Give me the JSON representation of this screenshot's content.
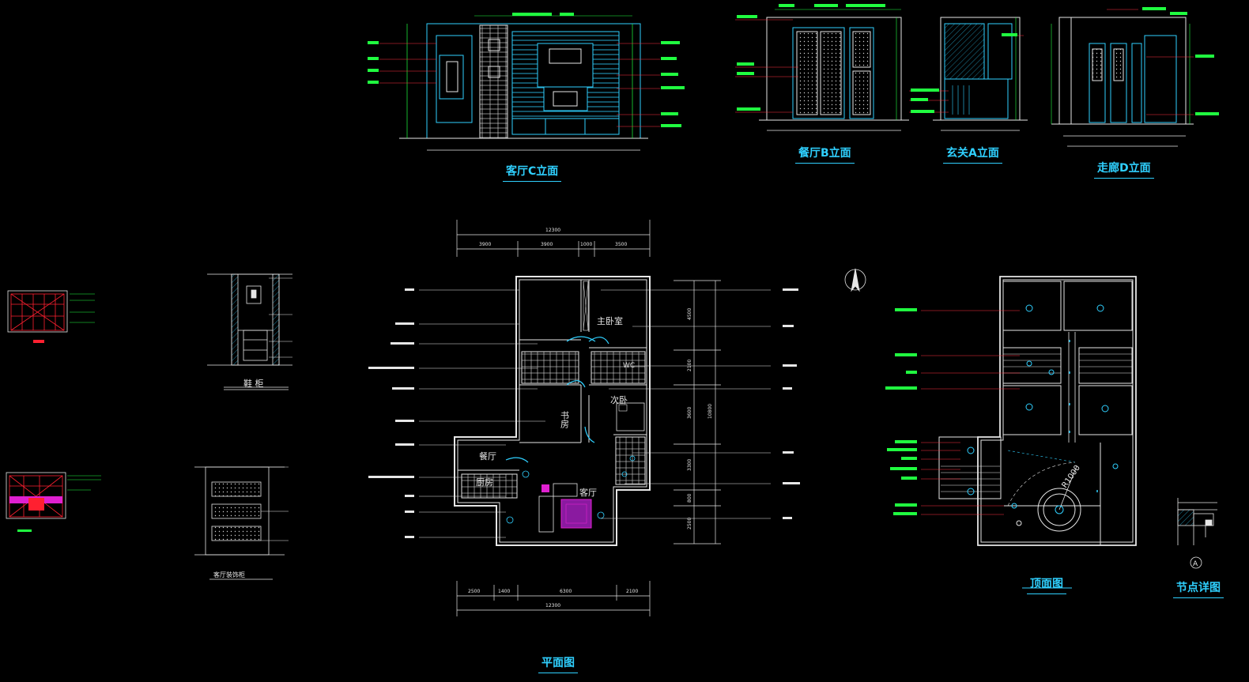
{
  "titles": {
    "living_c": "客厅C立面",
    "dining_b": "餐厅B立面",
    "entry_a": "玄关A立面",
    "corridor_d": "走廊D立面",
    "floor_plan": "平面图",
    "ceiling_plan": "顶面图",
    "node_detail": "节点详图",
    "shoe_cabinet": "鞋  柜",
    "living_cabinet": "客厅装饰柜"
  },
  "plan": {
    "rooms": {
      "master": "主卧室",
      "second": "次卧",
      "study": "书房",
      "dining": "餐厅",
      "living": "客厅",
      "kitchen": "厨房",
      "wc": "WC"
    },
    "top_total": "12300",
    "top_dims": [
      "3900",
      "3900",
      "1000",
      "3500"
    ],
    "bottom_total": "12300",
    "bottom_dims": [
      "2500",
      "1400",
      "6300",
      "2100"
    ],
    "right_total": "10800",
    "right_dims": [
      "4500",
      "2100",
      "3600",
      "3300",
      "800",
      "2500"
    ]
  },
  "ceiling": {
    "radius_label": "R1000"
  },
  "node": {
    "marker": "A"
  },
  "colors": {
    "background": "#000000",
    "line_cyan": "#2fd0ff",
    "line_white": "#e6e6e6",
    "text_green": "#20ff40",
    "accent_red": "#ff2030",
    "accent_magenta": "#e020d0"
  }
}
